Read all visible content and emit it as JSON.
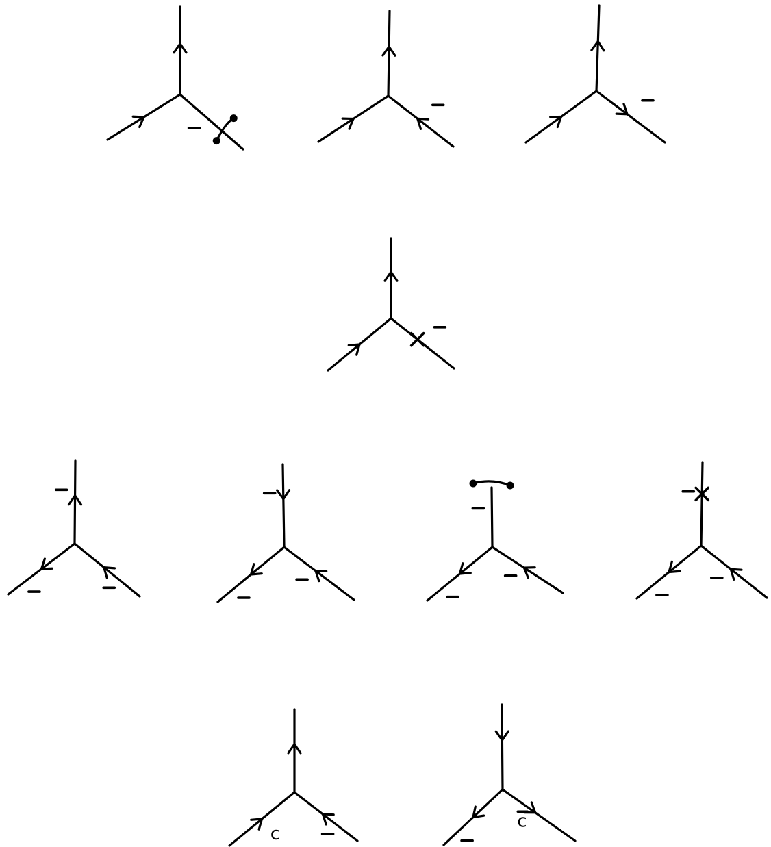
{
  "colors": {
    "ink": "#000000",
    "background": "#ffffff"
  },
  "rows": [
    {
      "name": "row-1",
      "vertices": [
        {
          "name": "vertex-1",
          "legs": {
            "top": "out",
            "left": "in",
            "right": "none"
          },
          "marks": [
            {
              "type": "minus",
              "where": "right-left-side"
            },
            {
              "type": "dumbbell",
              "where": "right-leg"
            }
          ]
        },
        {
          "name": "vertex-2",
          "legs": {
            "top": "out",
            "left": "in",
            "right": "in"
          },
          "marks": [
            {
              "type": "minus",
              "where": "right-above"
            }
          ]
        },
        {
          "name": "vertex-3",
          "legs": {
            "top": "out",
            "left": "in",
            "right": "out"
          },
          "marks": [
            {
              "type": "minus",
              "where": "right-above"
            }
          ]
        }
      ]
    },
    {
      "name": "row-2",
      "vertices": [
        {
          "name": "vertex-4",
          "legs": {
            "top": "out",
            "left": "in",
            "right": "none"
          },
          "marks": [
            {
              "type": "cross",
              "where": "right-leg"
            },
            {
              "type": "minus",
              "where": "right-above"
            }
          ]
        }
      ]
    },
    {
      "name": "row-3",
      "vertices": [
        {
          "name": "vertex-5",
          "legs": {
            "top": "out",
            "left": "out",
            "right": "in"
          },
          "marks": [
            {
              "type": "minus",
              "where": "top-left"
            },
            {
              "type": "minus",
              "where": "left-below"
            },
            {
              "type": "minus",
              "where": "right-below"
            }
          ]
        },
        {
          "name": "vertex-6",
          "legs": {
            "top": "in",
            "left": "out",
            "right": "in"
          },
          "marks": [
            {
              "type": "minus",
              "where": "top-left"
            },
            {
              "type": "minus",
              "where": "left-below"
            },
            {
              "type": "minus",
              "where": "right-left-side"
            }
          ]
        },
        {
          "name": "vertex-7",
          "legs": {
            "top": "none",
            "left": "out",
            "right": "in"
          },
          "marks": [
            {
              "type": "dumbbell",
              "where": "top-end"
            },
            {
              "type": "minus",
              "where": "top-left"
            },
            {
              "type": "minus",
              "where": "left-below"
            },
            {
              "type": "minus",
              "where": "right-left-side"
            }
          ]
        },
        {
          "name": "vertex-8",
          "legs": {
            "top": "none",
            "left": "out",
            "right": "in"
          },
          "marks": [
            {
              "type": "cross",
              "where": "top-leg"
            },
            {
              "type": "minus",
              "where": "top-left"
            },
            {
              "type": "minus",
              "where": "left-below"
            },
            {
              "type": "minus",
              "where": "right-left-side"
            }
          ]
        }
      ]
    },
    {
      "name": "row-4",
      "vertices": [
        {
          "name": "vertex-9",
          "legs": {
            "top": "out",
            "left": "in",
            "right": "in"
          },
          "marks": [
            {
              "type": "label",
              "text": "c",
              "where": "left-right-side"
            },
            {
              "type": "minus",
              "where": "right-below"
            }
          ]
        },
        {
          "name": "vertex-10",
          "legs": {
            "top": "in",
            "left": "out",
            "right": "out"
          },
          "marks": [
            {
              "type": "minus",
              "where": "left-below"
            },
            {
              "type": "label",
              "text": "c",
              "overbar": true,
              "where": "right-left-side"
            }
          ]
        }
      ]
    }
  ]
}
